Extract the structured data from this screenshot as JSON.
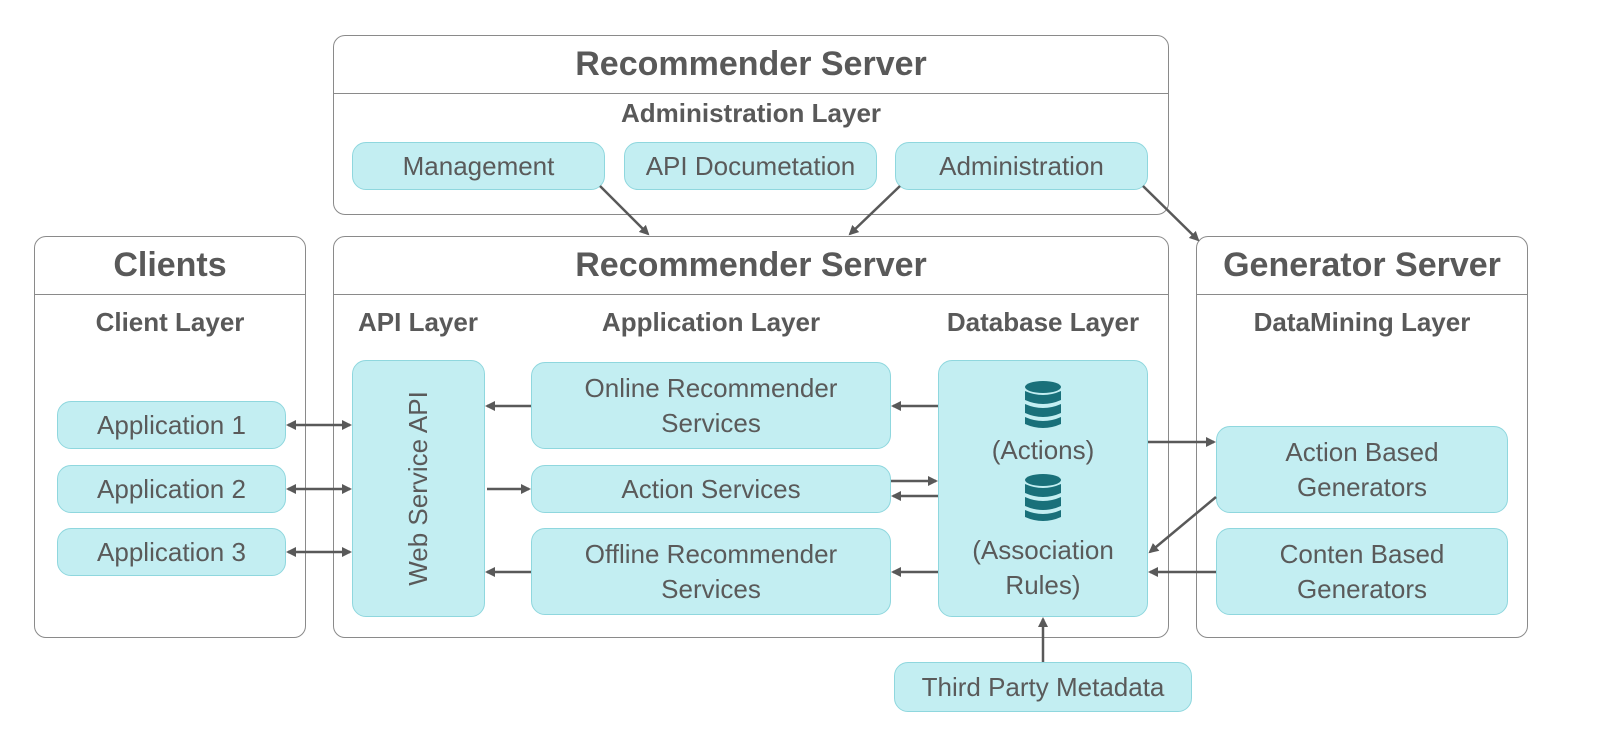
{
  "admin_server": {
    "title": "Recommender Server",
    "layer": "Administration Layer",
    "items": [
      "Management",
      "API Documetation",
      "Administration"
    ]
  },
  "clients": {
    "title": "Clients",
    "layer": "Client Layer",
    "apps": [
      "Application 1",
      "Application 2",
      "Application 3"
    ]
  },
  "main_server": {
    "title": "Recommender Server",
    "api_layer": "API Layer",
    "app_layer": "Application Layer",
    "db_layer": "Database Layer",
    "web_api": "Web Service API",
    "services": [
      "Online Recommender\nServices",
      "Action Services",
      "Offline Recommender\nServices"
    ],
    "db_actions": "(Actions)",
    "db_rules": "(Association\nRules)"
  },
  "generator": {
    "title": "Generator Server",
    "layer": "DataMining Layer",
    "items": [
      "Action Based\nGenerators",
      "Conten Based\nGenerators"
    ]
  },
  "third_party": "Third Party Metadata",
  "colors": {
    "node_fill": "#c3eef2",
    "node_border": "#8fd7de",
    "db_icon": "#19707a",
    "border": "#8a8a8a",
    "text": "#595959"
  }
}
